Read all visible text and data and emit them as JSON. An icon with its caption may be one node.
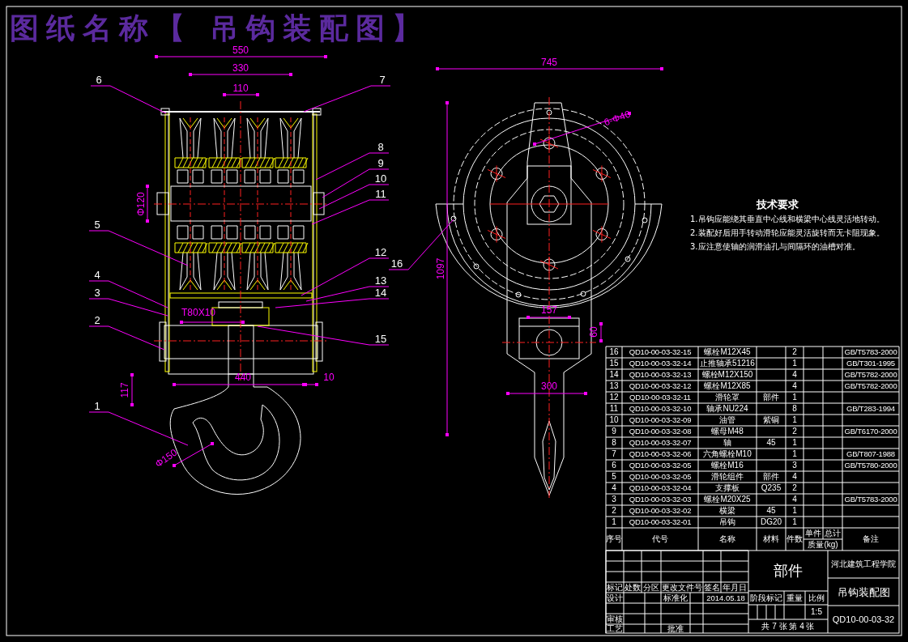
{
  "diagram": {
    "title": "图纸名称【 吊钩装配图】",
    "nodes": [
      {
        "text": [
          "6"
        ]
      },
      {
        "text": [
          "7"
        ]
      },
      {
        "text": [
          "8"
        ]
      },
      {
        "text": [
          "9"
        ]
      },
      {
        "text": [
          "10"
        ]
      },
      {
        "text": [
          "11"
        ]
      },
      {
        "text": [
          "5"
        ]
      },
      {
        "text": [
          "12"
        ]
      },
      {
        "text": [
          "16"
        ]
      },
      {
        "text": [
          "4"
        ]
      },
      {
        "text": [
          "13"
        ]
      },
      {
        "text": [
          "3"
        ]
      },
      {
        "text": [
          "14"
        ]
      },
      {
        "text": [
          "2"
        ]
      },
      {
        "text": [
          "15"
        ]
      },
      {
        "text": [
          "1"
        ]
      }
    ],
    "edges": [
      {
        "from": 0,
        "to": null,
        "arrow": "none"
      },
      {
        "from": 1,
        "to": null,
        "arrow": "none"
      },
      {
        "from": 2,
        "to": null,
        "arrow": "none"
      },
      {
        "from": 3,
        "to": null,
        "arrow": "none"
      },
      {
        "from": 4,
        "to": null,
        "arrow": "none"
      },
      {
        "from": 5,
        "to": null,
        "arrow": "none"
      },
      {
        "from": 6,
        "to": null,
        "arrow": "none"
      },
      {
        "from": 7,
        "to": null,
        "arrow": "none"
      },
      {
        "from": 8,
        "to": null,
        "arrow": "none"
      },
      {
        "from": 9,
        "to": null,
        "arrow": "none"
      },
      {
        "from": 10,
        "to": null,
        "arrow": "none"
      },
      {
        "from": 11,
        "to": null,
        "arrow": "none"
      },
      {
        "from": 12,
        "to": null,
        "arrow": "none"
      },
      {
        "from": 13,
        "to": null,
        "arrow": "none"
      },
      {
        "from": 14,
        "to": null,
        "arrow": "none"
      },
      {
        "from": 15,
        "to": null,
        "arrow": "none"
      }
    ],
    "labels": [
      "550",
      "330",
      "110",
      "Φ120",
      "T80X10",
      "440",
      "10",
      "117",
      "Φ150",
      "745",
      "6-Φ40",
      "1097",
      "157",
      "60",
      "300",
      "技术要求",
      "1.吊钩应能绕其垂直中心线和横梁中心线灵活地转动。",
      "2.装配好后用手转动滑轮应能灵活旋转而无卡阻现象。",
      "3.应注意使轴的润滑油孔与间隔环的油槽对准。",
      "16",
      "QD10-00-03-32-15",
      "螺栓M12X45",
      "2",
      "GB/T5783-2000",
      "15",
      "QD10-00-03-32-14",
      "止推轴承51216",
      "1",
      "GB/T301-1995",
      "14",
      "QD10-00-03-32-13",
      "螺栓M12X150",
      "4",
      "GB/T5782-2000",
      "13",
      "QD10-00-03-32-12",
      "螺栓M12X85",
      "4",
      "GB/T5782-2000",
      "12",
      "QD10-00-03-32-11",
      "滑轮罩",
      "部件",
      "1",
      "11",
      "QD10-00-03-32-10",
      "轴承NU224",
      "8",
      "GB/T283-1994",
      "10",
      "QD10-00-03-32-09",
      "油管",
      "紫铜",
      "1",
      "9",
      "QD10-00-03-32-08",
      "螺母M48",
      "2",
      "GB/T6170-2000",
      "8",
      "QD10-00-03-32-07",
      "轴",
      "45",
      "1",
      "7",
      "QD10-00-03-32-06",
      "六角螺栓M10",
      "1",
      "GB/T807-1988",
      "6",
      "QD10-00-03-32-05",
      "螺栓M16",
      "3",
      "GB/T5780-2000",
      "5",
      "QD10-00-03-32-05",
      "滑轮组件",
      "部件",
      "4",
      "4",
      "QD10-00-03-32-04",
      "支撑板",
      "Q235",
      "2",
      "3",
      "QD10-00-03-32-03",
      "螺栓M20X25",
      "4",
      "GB/T5783-2000",
      "2",
      "QD10-00-03-32-02",
      "横梁",
      "45",
      "1",
      "1",
      "QD10-00-03-32-01",
      "吊钩",
      "DG20",
      "1",
      "序号",
      "代号",
      "名称",
      "材料",
      "件数",
      "单件",
      "总计",
      "质量(kg)",
      "备注",
      "标记",
      "处数",
      "分区",
      "更改文件号",
      "签名",
      "年月日",
      "设计",
      "标准化",
      "2014.05.18",
      "审核",
      "工艺",
      "批准",
      "部件",
      "阶段标记",
      "重量",
      "比例",
      "1:5",
      "共 7 张 第 4 张",
      "河北建筑工程学院",
      "吊钩装配图",
      "QD10-00-03-32"
    ]
  }
}
